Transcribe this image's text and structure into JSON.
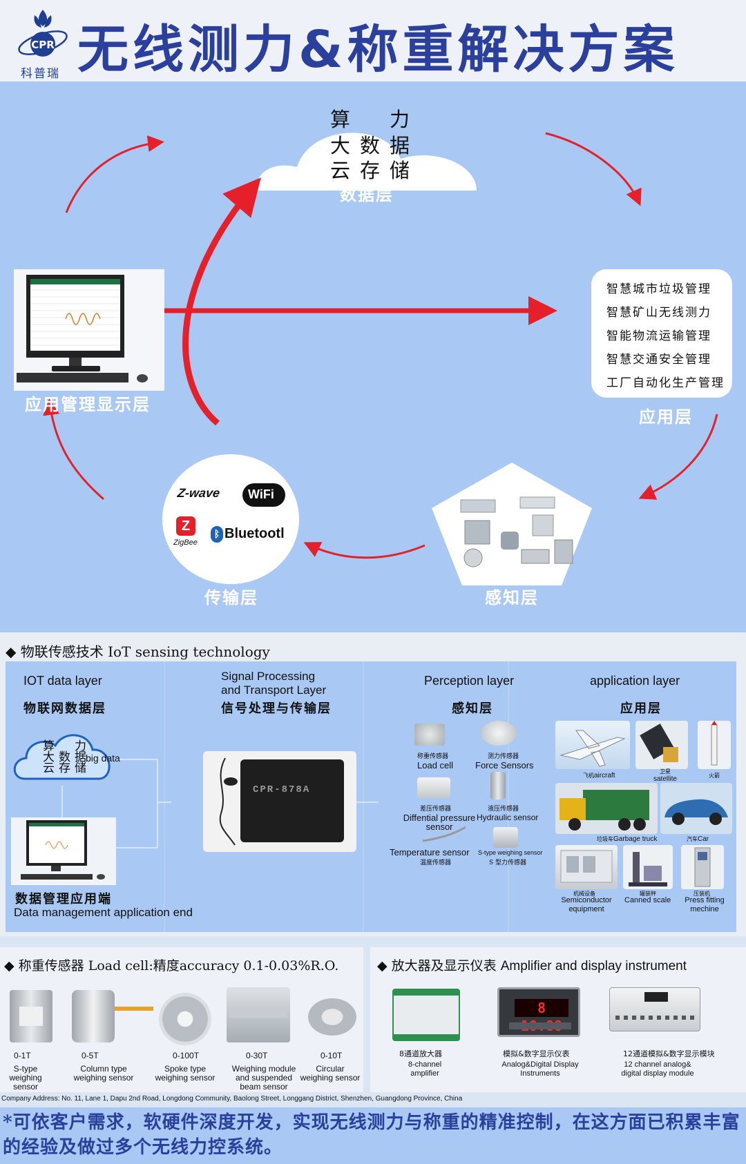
{
  "header": {
    "logo_text": "科普瑞",
    "logo_mark": "CPR",
    "title": "无线测力&称重解决方案"
  },
  "diagram": {
    "cloud_lines": [
      "算　力",
      "大数据",
      "云存储"
    ],
    "data_layer_label": "数据层",
    "application_items": [
      "智慧城市垃圾管理",
      "智慧矿山无线测力",
      "智能物流运输管理",
      "智慧交通安全管理",
      "工厂自动化生产管理"
    ],
    "application_layer_label": "应用层",
    "management_layer_label": "应用管理显示层",
    "transport_layer_label": "传输层",
    "perception_layer_label": "感知层",
    "protocols": {
      "zwave": "Z-wave",
      "wifi": "WiFi",
      "zigbee": "ZigBee",
      "bluetooth": "Bluetootl"
    }
  },
  "iot": {
    "section_title": "物联传感技术 IoT sensing technology",
    "data_layer": {
      "title_en": "IOT data layer",
      "title_cn": "物联网数据层",
      "cloud_lines": [
        "算　力",
        "大数据",
        "云存储"
      ],
      "cloud_en": "big data"
    },
    "management": {
      "label_cn": "数据管理应用端",
      "label_en": "Data management application end"
    },
    "transport": {
      "title_en_1": "Signal Processing",
      "title_en_2": "and Transport Layer",
      "title_cn": "信号处理与传输层",
      "device_label": "CPR-878A"
    },
    "perception": {
      "title_en": "Perception layer",
      "title_cn": "感知层",
      "sensors": [
        {
          "cn": "称重传感器",
          "en": "Load cell"
        },
        {
          "cn": "测力传感器",
          "en": "Force Sensors"
        },
        {
          "cn": "差压传感器",
          "en": "Diffential pressure sensor"
        },
        {
          "cn": "液压传感器",
          "en": "Hydraulic sensor"
        },
        {
          "cn": "温度传感器",
          "en": "Temperature sensor"
        },
        {
          "cn": "S 型力传感器",
          "en": "S-type weighing sensor"
        }
      ]
    },
    "application": {
      "title_en": "application layer",
      "title_cn": "应用层",
      "items": [
        {
          "cn": "飞机",
          "en": "aircraft"
        },
        {
          "cn": "卫星",
          "en": "satellite"
        },
        {
          "cn": "火箭",
          "en": ""
        },
        {
          "cn": "垃圾车",
          "en": "Garbage truck"
        },
        {
          "cn": "汽车",
          "en": "Car"
        },
        {
          "cn": "机械设备",
          "en": "Semiconductor equipment"
        },
        {
          "cn": "罐装秤",
          "en": "Canned scale"
        },
        {
          "cn": "压装机",
          "en": "Press fitting mechine"
        }
      ]
    }
  },
  "loadcell": {
    "section_title": "称重传感器 Load cell:精度accuracy 0.1-0.03%R.O.",
    "items": [
      {
        "range": "0-1T",
        "name": "S-type weighing sensor"
      },
      {
        "range": "0-5T",
        "name": "Column type weighing sensor"
      },
      {
        "range": "0-100T",
        "name": "Spoke type weighing sensor"
      },
      {
        "range": "0-30T",
        "name": "Weighing module and suspended beam sensor"
      },
      {
        "range": "0-10T",
        "name": "Circular weighing sensor"
      }
    ]
  },
  "amplifier": {
    "section_title_cn": "放大器及显示仪表",
    "section_title_en": "Amplifier and display instrument",
    "display_value": "8 10.00",
    "items": [
      {
        "cn": "8通道放大器",
        "en": "8-channel amplifier"
      },
      {
        "cn": "模拟&数字显示仪表",
        "en": "Analog&Digital Display Instruments"
      },
      {
        "cn": "12通道模拟&数字显示模块",
        "en": "12 channel analog& digital display module"
      }
    ]
  },
  "footer": {
    "address": "Company Address: No. 11, Lane 1, Dapu 2nd Road, Longdong Community, Baolong Street, Longgang District, Shenzhen, Guangdong Province, China",
    "tagline": "*可依客户需求，软硬件深度开发，实现无线测力与称重的精准控制，在这方面已积累丰富的经验及做过多个无线力控系统。"
  },
  "colors": {
    "title_blue": "#2b3f9c",
    "panel_blue": "#a9c8f3",
    "arrow_red": "#e5202a"
  }
}
